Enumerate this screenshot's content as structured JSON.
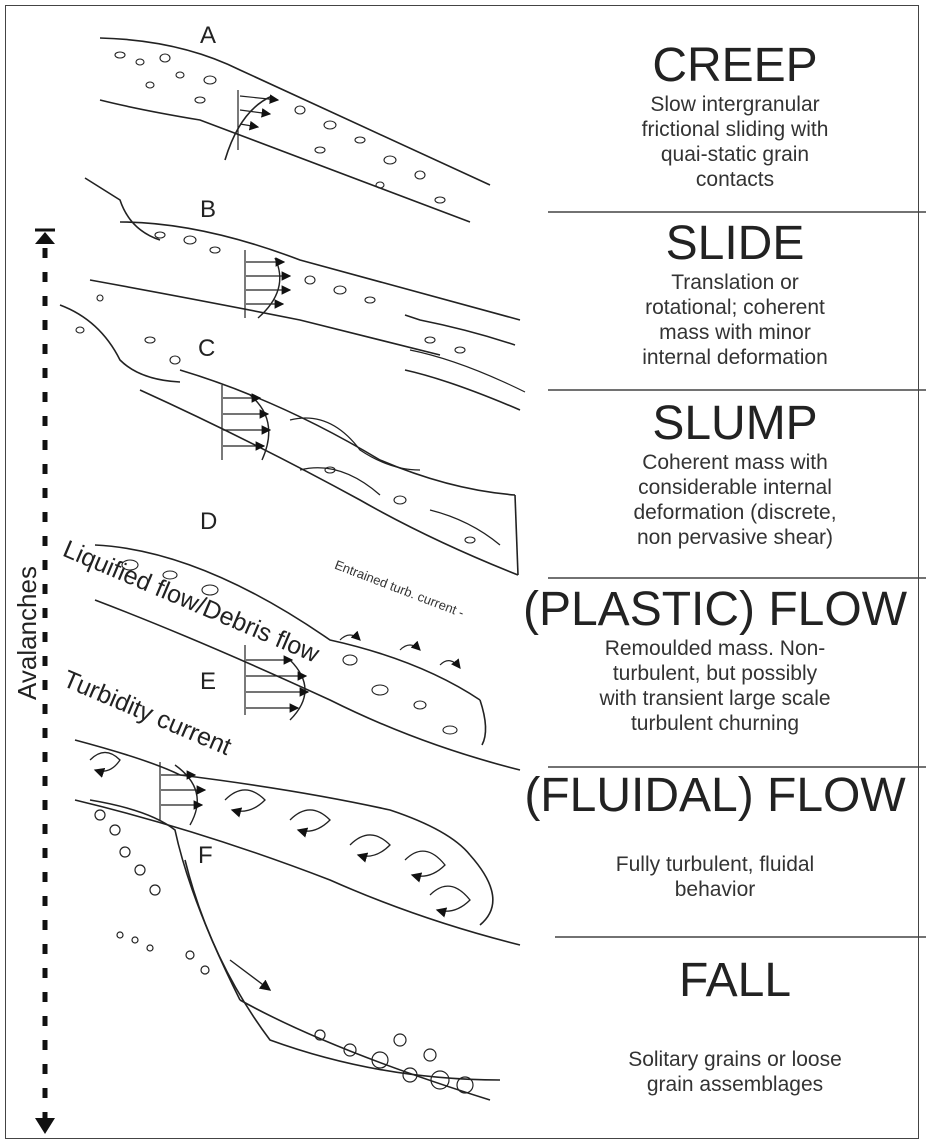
{
  "panels": [
    {
      "letter": "A"
    },
    {
      "letter": "B"
    },
    {
      "letter": "C"
    },
    {
      "letter": "D"
    },
    {
      "letter": "E"
    },
    {
      "letter": "F"
    }
  ],
  "flow_labels": {
    "liquified": "Liquified flow/Debris flow",
    "entrained": "Entrained turb. current -",
    "turbidity": "Turbidity current"
  },
  "side_label": "Avalanches",
  "classes": [
    {
      "title": "CREEP",
      "desc": [
        "Slow intergranular",
        "frictional sliding with",
        "quai-static grain",
        "contacts"
      ]
    },
    {
      "title": "SLIDE",
      "desc": [
        "Translation or",
        "rotational; coherent",
        "mass with minor",
        "internal deformation"
      ]
    },
    {
      "title": "SLUMP",
      "desc": [
        "Coherent mass with",
        "considerable internal",
        "deformation (discrete,",
        "non pervasive shear)"
      ]
    },
    {
      "title": "(PLASTIC) FLOW",
      "desc": [
        "Remoulded mass. Non-",
        "turbulent, but possibly",
        "with transient large scale",
        "turbulent churning"
      ]
    },
    {
      "title": "(FLUIDAL) FLOW",
      "desc": [
        "Fully turbulent, fluidal",
        "behavior"
      ]
    },
    {
      "title": "FALL",
      "desc": [
        "Solitary grains or loose",
        "grain assemblages"
      ]
    }
  ]
}
